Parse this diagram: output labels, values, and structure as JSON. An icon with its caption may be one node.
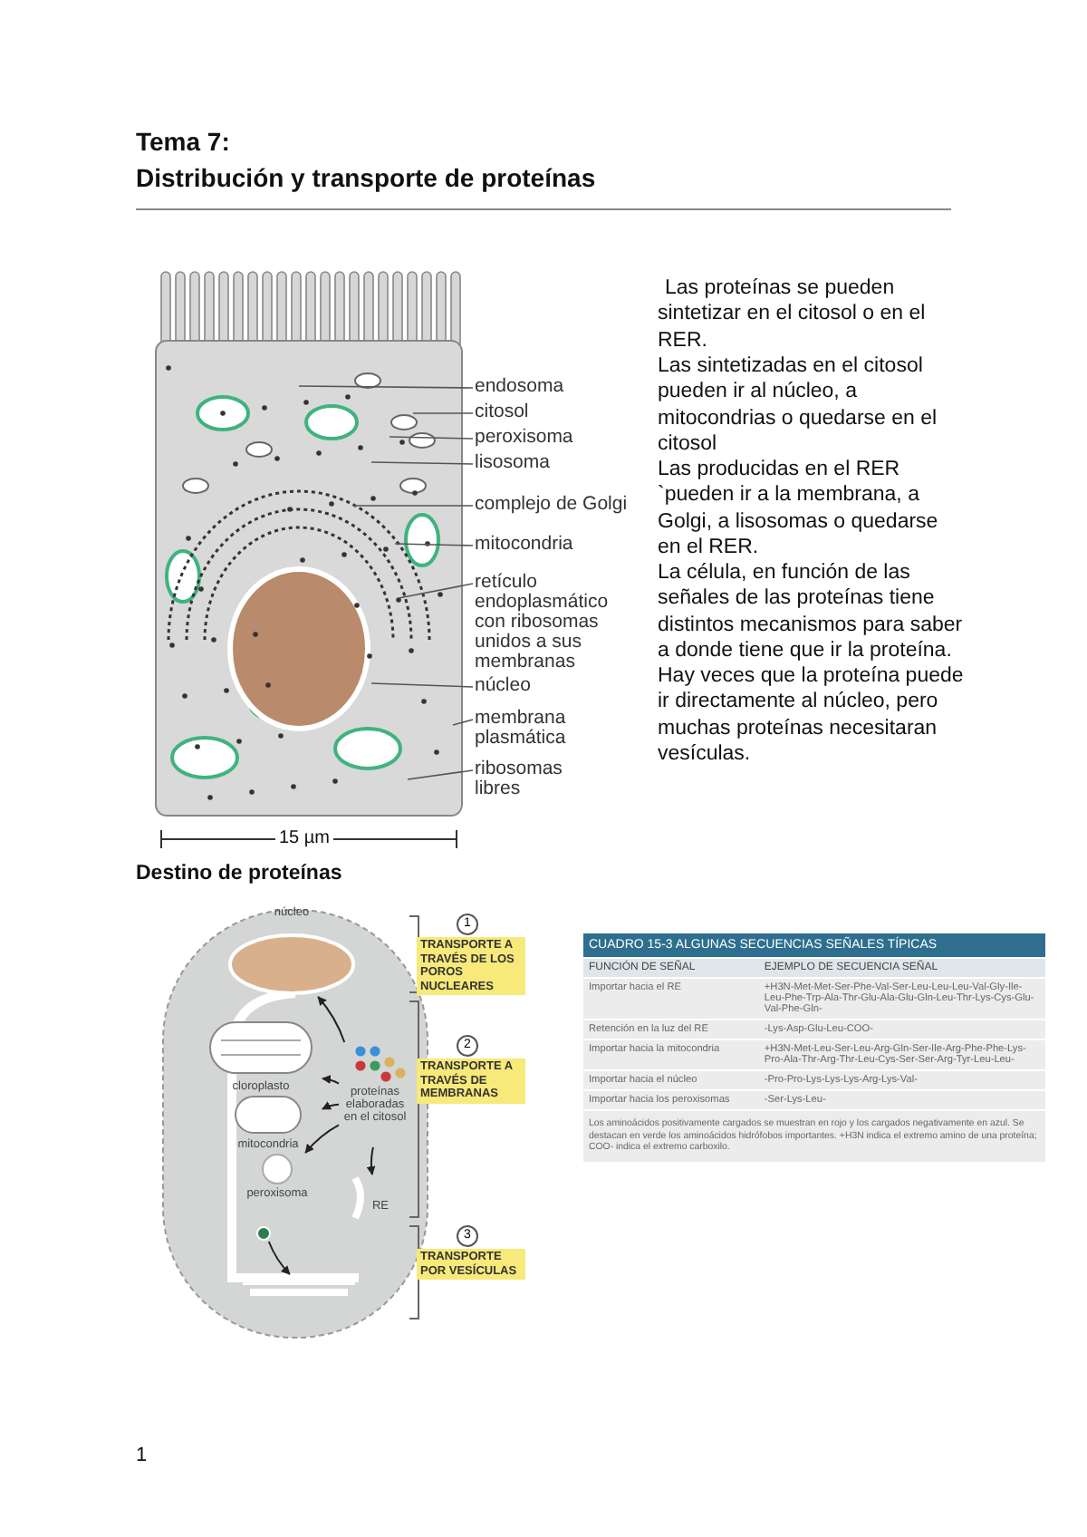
{
  "diagram": {
    "nodes": [
      {
        "text": [
          "endosoma"
        ]
      },
      {
        "text": [
          "citosol"
        ]
      },
      {
        "text": [
          "peroxisoma"
        ]
      },
      {
        "text": [
          "lisosoma"
        ]
      },
      {
        "text": [
          "complejo de Golgi"
        ]
      },
      {
        "text": [
          "mitocondria"
        ]
      },
      {
        "text": [
          "retículo endoplasmático con ribosomas unidos a sus membranas"
        ]
      },
      {
        "text": [
          "núcleo"
        ]
      },
      {
        "text": [
          "membrana plasmática"
        ]
      },
      {
        "text": [
          "ribosomas libres"
        ]
      },
      {
        "text": [
          "núcleo"
        ]
      },
      {
        "text": [
          "cloroplasto"
        ]
      },
      {
        "text": [
          "mitocondria"
        ]
      },
      {
        "text": [
          "proteínas elaboradas en el citosol"
        ]
      },
      {
        "text": [
          "peroxisoma"
        ]
      },
      {
        "text": [
          "RE"
        ]
      },
      {
        "text": [],
        "shape": "circle"
      },
      {
        "text": [],
        "shape": "picture"
      },
      {
        "text": [
          "TRANSPORTE A TRAVÉS DE LOS POROS NUCLEARES"
        ],
        "beside": [
          "1"
        ]
      },
      {
        "text": [
          "TRANSPORTE A TRAVÉS DE MEMBRANAS"
        ],
        "beside": [
          "2"
        ]
      },
      {
        "text": [
          "TRANSPORTE POR VESÍCULAS"
        ],
        "beside": [
          "3"
        ]
      }
    ],
    "edges": [
      {
        "from": 0,
        "to": null,
        "arrow": "none"
      },
      {
        "from": 1,
        "to": null,
        "arrow": "none"
      },
      {
        "from": 2,
        "to": null,
        "arrow": "none"
      },
      {
        "from": 3,
        "to": null,
        "arrow": "none"
      },
      {
        "from": 4,
        "to": null,
        "arrow": "none"
      },
      {
        "from": 5,
        "to": null,
        "arrow": "none"
      },
      {
        "from": 6,
        "to": null,
        "arrow": "none"
      },
      {
        "from": 7,
        "to": null,
        "arrow": "none"
      },
      {
        "from": 8,
        "to": null,
        "arrow": "none"
      },
      {
        "from": 9,
        "to": null,
        "arrow": "none"
      },
      {
        "from": 13,
        "to": 10,
        "arrow": "to"
      },
      {
        "from": 13,
        "to": 11,
        "arrow": "to"
      },
      {
        "from": 13,
        "to": 12,
        "arrow": "to"
      },
      {
        "from": 13,
        "to": 14,
        "arrow": "to"
      },
      {
        "from": 13,
        "to": 15,
        "arrow": "to"
      },
      {
        "from": 16,
        "to": 17,
        "arrow": "to"
      }
    ],
    "labels": [
      "Tema 7:",
      "Distribución y transporte de proteínas",
      "15 µm",
      "Las proteínas se pueden sintetizar en el citosol o en el RER.",
      "Las sintetizadas en el citosol pueden ir al núcleo, a mitocondrias o quedarse en el citosol",
      "Las producidas en el RER `pueden ir a la membrana, a Golgi, a lisosomas o quedarse en el RER.",
      "La célula, en función de las señales de las proteínas tiene distintos mecanismos para saber a donde tiene que ir la proteína.",
      "Hay veces que la proteína puede ir directamente al núcleo, pero muchas proteínas necesitaran vesículas.",
      "Destino de proteínas",
      "CUADRO 15-3 ALGUNAS SECUENCIAS SEÑALES TÍPICAS",
      "FUNCIÓN DE SEÑAL",
      "EJEMPLO DE SECUENCIA SEÑAL",
      "Importar hacia el RE",
      "+H3N-Met-Met-Ser-Phe-Val-Ser-Leu-Leu-Leu-Val-Gly-Ile-Leu-Phe-Trp-Ala-Thr-Glu-Ala-Glu-Gln-Leu-Thr-Lys-Cys-Glu-Val-Phe-Gln-",
      "Retención en la luz del RE",
      "-Lys-Asp-Glu-Leu-COO-",
      "Importar hacia la mitocondria",
      "+H3N-Met-Leu-Ser-Leu-Arg-Gln-Ser-Ile-Arg-Phe-Phe-Lys-Pro-Ala-Thr-Arg-Thr-Leu-Cys-Ser-Ser-Arg-Tyr-Leu-Leu-",
      "Importar hacia el núcleo",
      "-Pro-Pro-Lys-Lys-Lys-Arg-Lys-Val-",
      "Importar hacia los peroxisomas",
      "-Ser-Lys-Leu-",
      "Los aminoácidos positivamente cargados se muestran en rojo y los cargados negativamente en azul. Se destacan en verde los aminoácidos hidrófobos importantes. +H3N indica el extremo amino de una proteína; COO- indica el extremo carboxilo.",
      "1"
    ]
  }
}
